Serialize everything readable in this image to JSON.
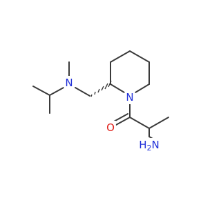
{
  "molecule": {
    "colors": {
      "bond": "#3a3a3a",
      "nitrogen": "#1f2fd8",
      "oxygen": "#e0201a"
    },
    "atoms": {
      "n_amine": "N",
      "n_ring": "N",
      "o_carbonyl": "O",
      "nh2": "H2N"
    }
  }
}
